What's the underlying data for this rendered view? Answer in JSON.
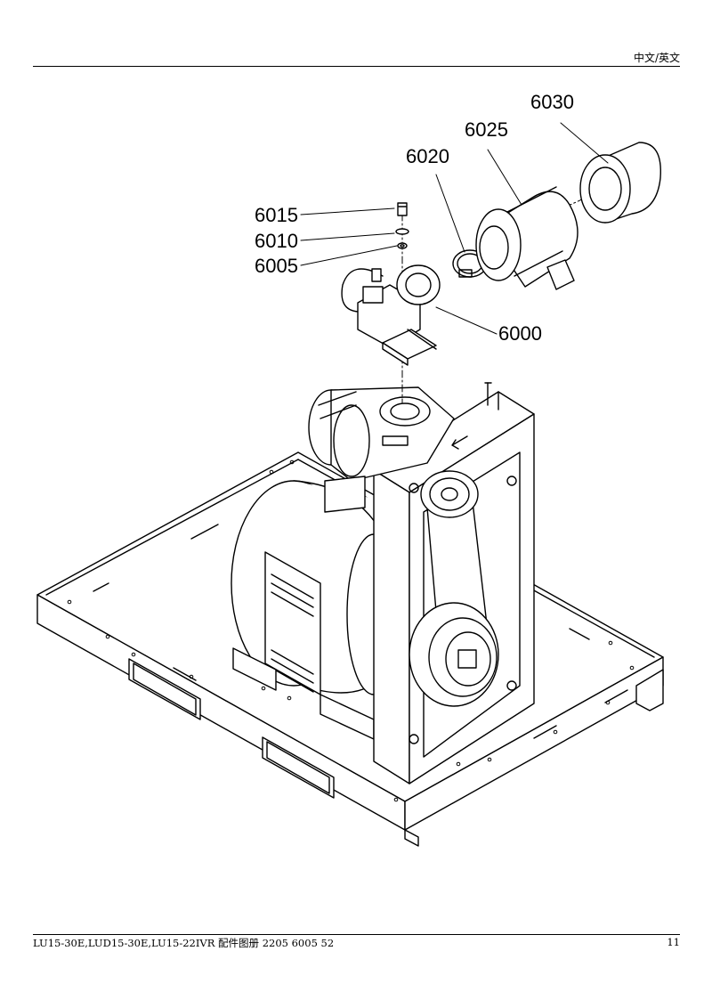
{
  "header": {
    "language_label": "中文/英文"
  },
  "footer": {
    "model_line": "LU15-30E,LUD15-30E,LU15-22IVR  配件图册 2205 6005 52",
    "page_number": "11"
  },
  "callouts": {
    "p6030": "6030",
    "p6025": "6025",
    "p6020": "6020",
    "p6015": "6015",
    "p6010": "6010",
    "p6005": "6005",
    "p6000": "6000"
  }
}
